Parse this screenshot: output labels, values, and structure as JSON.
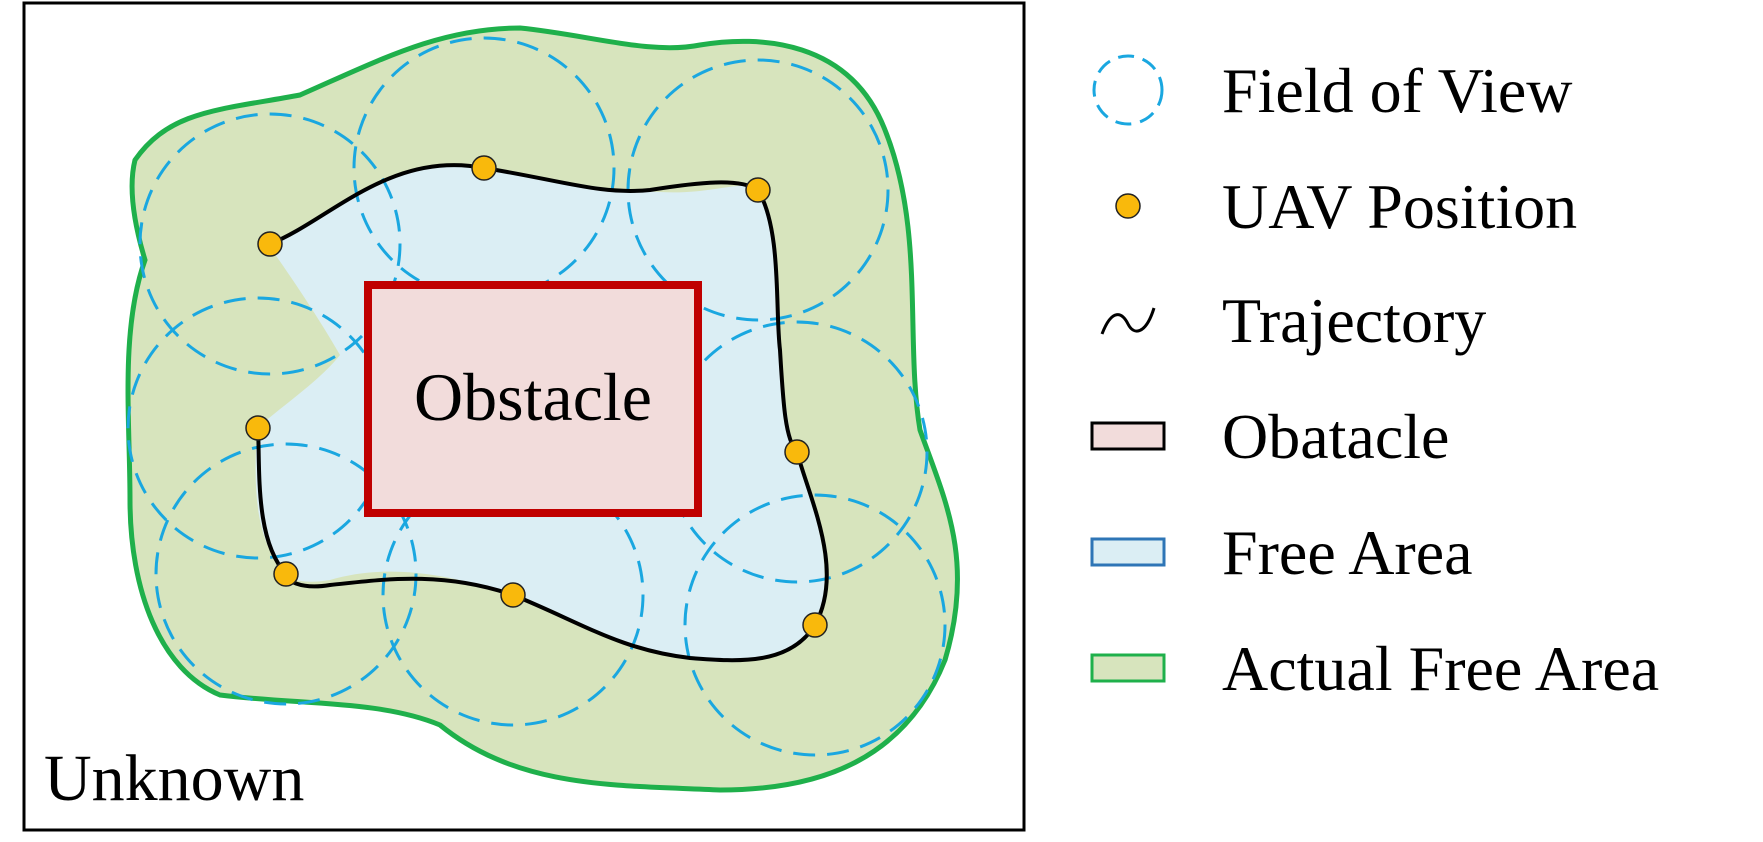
{
  "labels": {
    "obstacle": "Obstacle",
    "unknown": "Unknown"
  },
  "legend": [
    {
      "key": "fov",
      "label": "Field of View"
    },
    {
      "key": "uav",
      "label": "UAV Position"
    },
    {
      "key": "trajectory",
      "label": "Trajectory"
    },
    {
      "key": "obstacle",
      "label": "Obatacle"
    },
    {
      "key": "free",
      "label": "Free Area"
    },
    {
      "key": "actual",
      "label": "Actual Free Area"
    }
  ],
  "colors": {
    "fov_stroke": "#1aa7e0",
    "uav_fill": "#f9b90c",
    "trajectory": "#000000",
    "obstacle_fill": "#f2dcdb",
    "obstacle_stroke": "#c00000",
    "free_fill": "#dbeef4",
    "free_stroke": "#2e75b6",
    "actual_fill": "#d7e4bd",
    "actual_stroke": "#1fb04b"
  }
}
